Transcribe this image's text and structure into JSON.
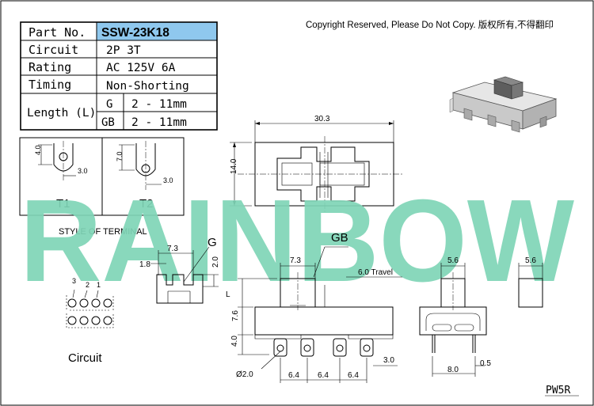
{
  "copyright": "Copyright Reserved, Please Do Not Copy. 版权所有,不得翻印",
  "watermark": "RAINBOW",
  "colors": {
    "watermark": "#7fd5b6",
    "header_cell": "#8fc8ee",
    "body_cell": "#ffffff"
  },
  "spec_table": {
    "part_no_label": "Part No.",
    "part_no_value": "SSW-23K18",
    "circuit_label": "Circuit",
    "circuit_value": "2P 3T",
    "rating_label": "Rating",
    "rating_value": "AC 125V 6A",
    "timing_label": "Timing",
    "timing_value": "Non-Shorting",
    "length_label": "Length (L)",
    "g_label": "G",
    "g_value": "2 - 11mm",
    "gb_label": "GB",
    "gb_value": "2 - 11mm"
  },
  "terminal": {
    "style_label": "STYLE OF TERMINAL",
    "t1_label": "T1",
    "t2_label": "T2",
    "t1_height": "4.0",
    "t1_width": "3.0",
    "t2_height": "7.0",
    "t2_width": "3.0"
  },
  "top_view": {
    "width_dim": "30.3",
    "height_dim": "14.0"
  },
  "g_view": {
    "label": "G",
    "knob_dim": "7.3",
    "left_dim": "1.8",
    "height_dim": "2.0"
  },
  "gb_view": {
    "label": "GB",
    "knob_dim": "7.3",
    "travel": "6.0  Travel",
    "l_label": "L",
    "body_dim": "7.6",
    "pin_len": "4.0",
    "pin_dia": "Ø2.0",
    "pitch1": "6.4",
    "pitch2": "6.4",
    "pitch3": "6.4",
    "pin_w": "3.0"
  },
  "side_view": {
    "knob_dim": "5.6",
    "pin_span": "8.0",
    "pin_t": "0.5"
  },
  "knob_view": {
    "knob_dim": "5.6"
  },
  "circuit": {
    "label": "Circuit",
    "n3": "3",
    "n2": "2",
    "n1": "1"
  },
  "footer_code": "PW5R"
}
